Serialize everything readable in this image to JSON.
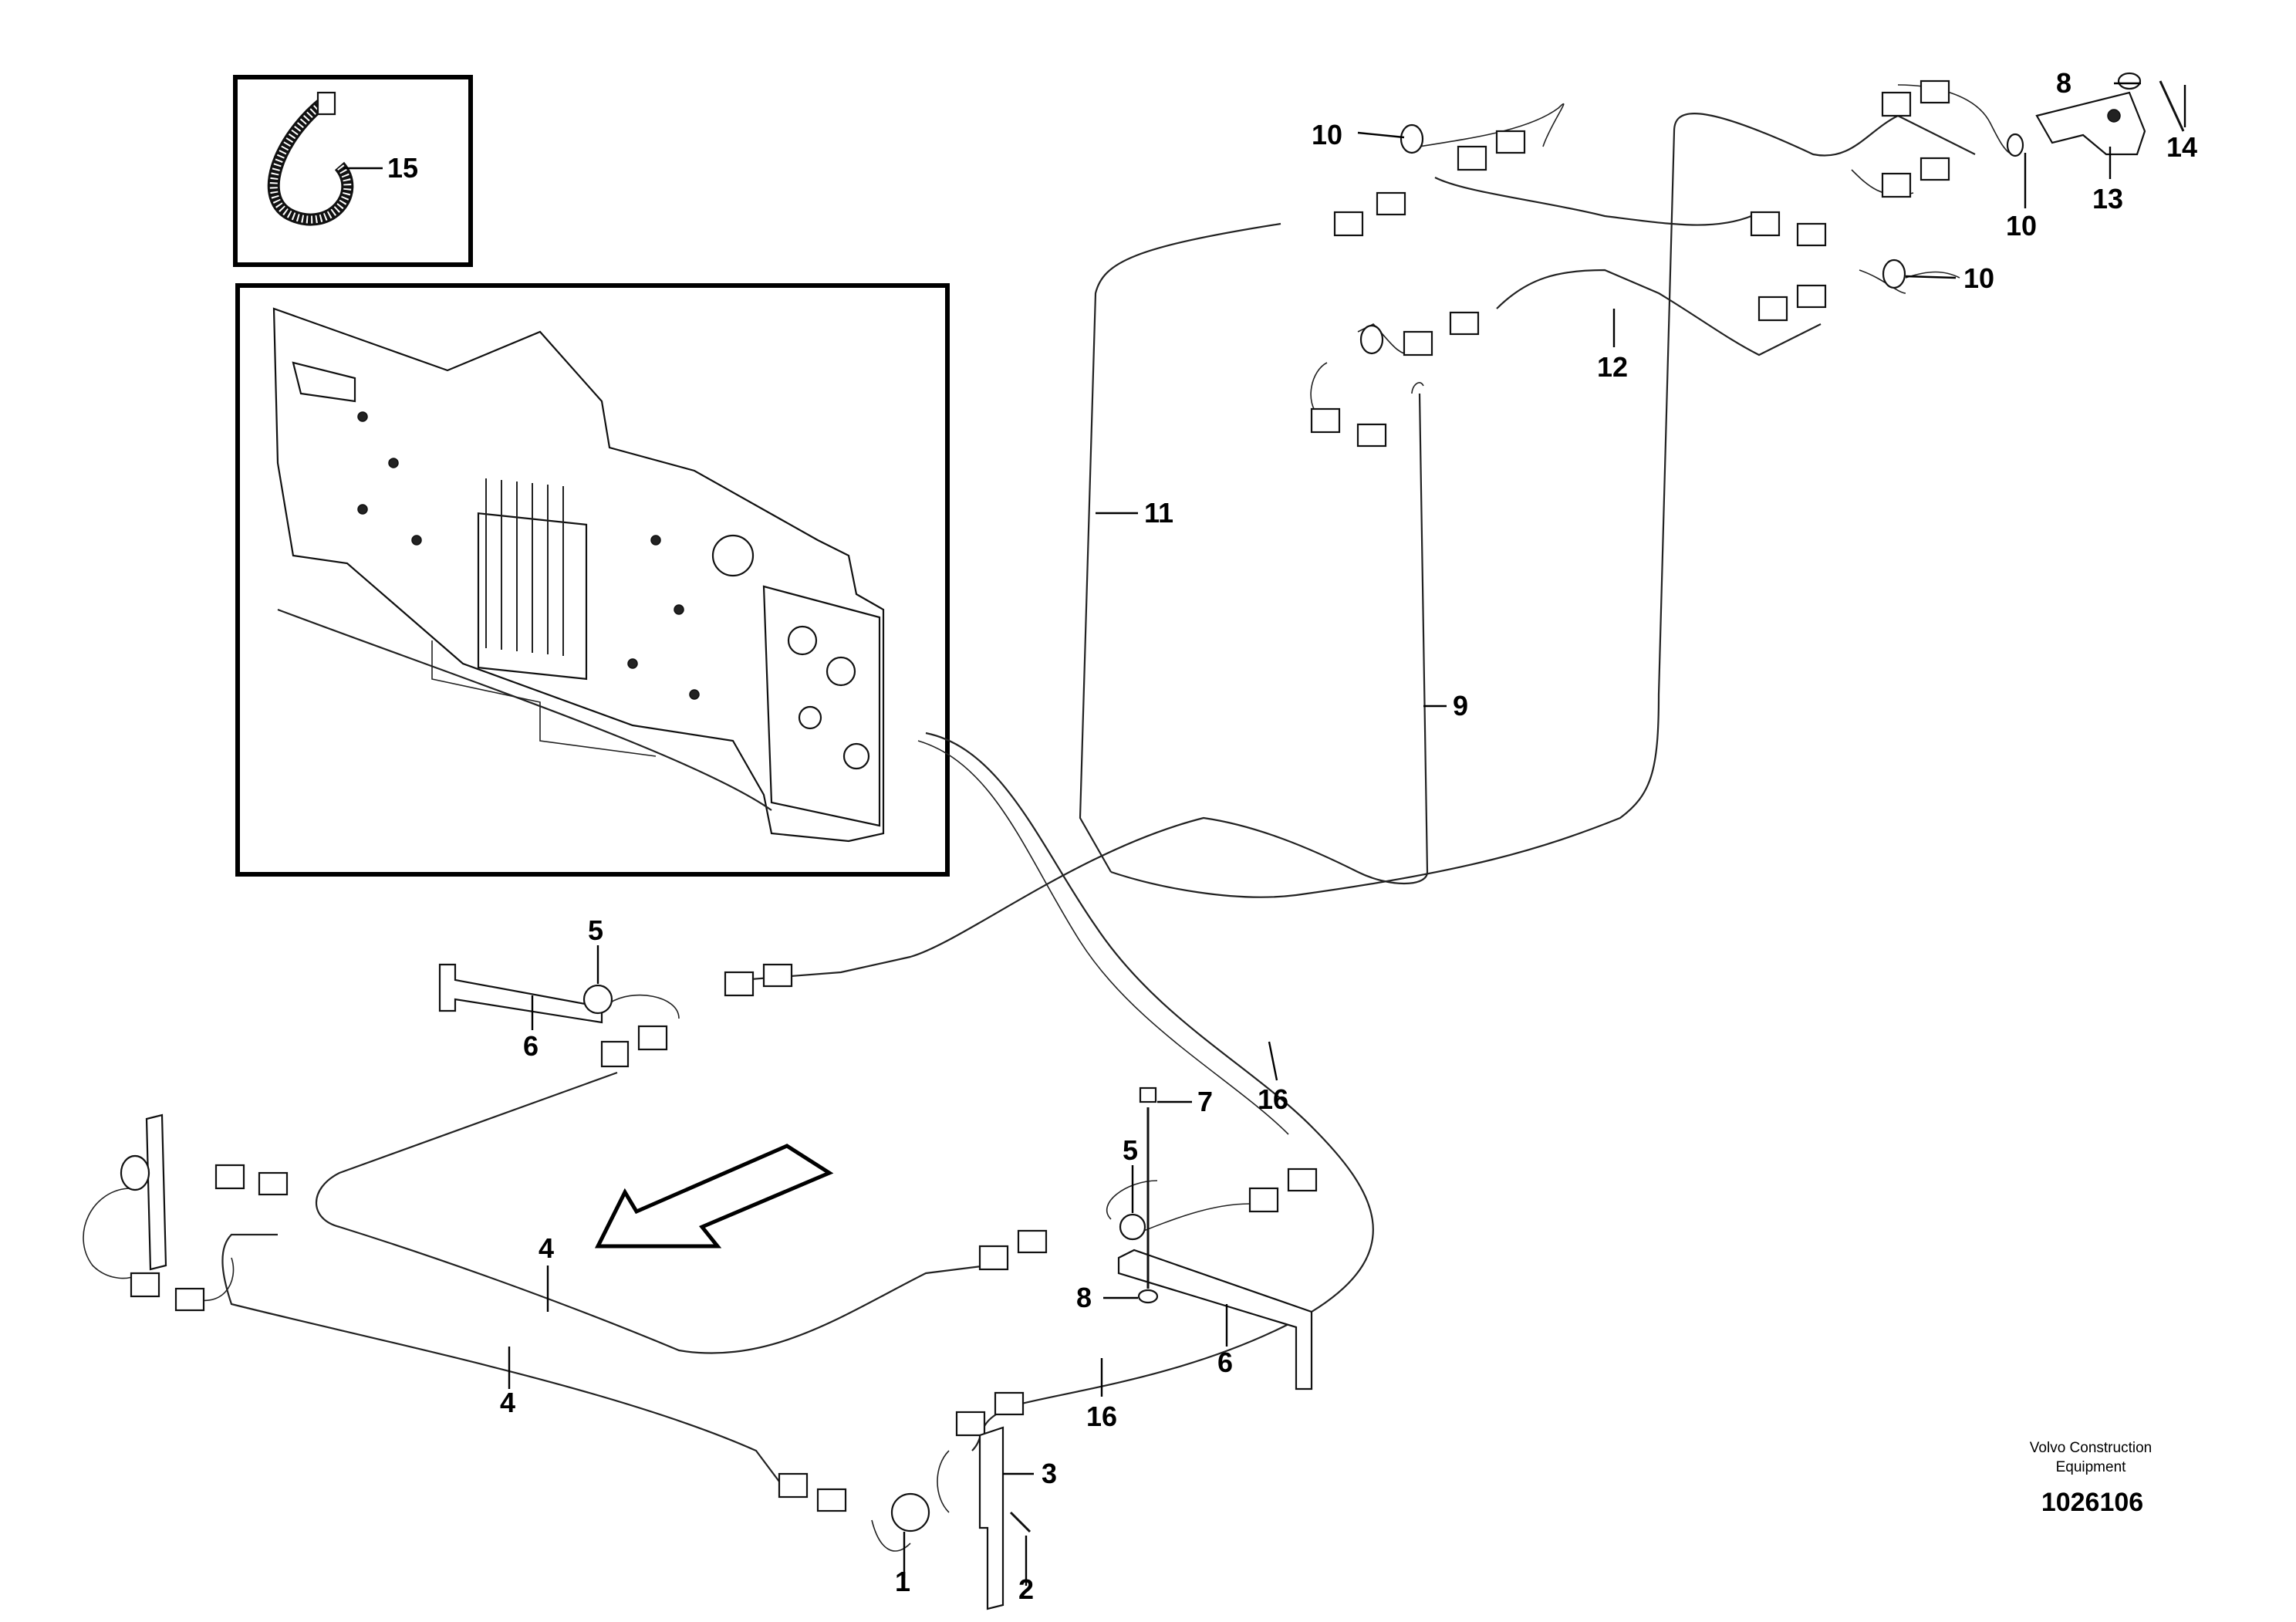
{
  "diagram": {
    "callouts": {
      "c1": "1",
      "c2": "2",
      "c3": "3",
      "c4a": "4",
      "c4b": "4",
      "c5a": "5",
      "c5b": "5",
      "c6a": "6",
      "c6b": "6",
      "c7": "7",
      "c8a": "8",
      "c8b": "8",
      "c9": "9",
      "c10a": "10",
      "c10b": "10",
      "c10c": "10",
      "c11": "11",
      "c12": "12",
      "c13": "13",
      "c14": "14",
      "c15": "15",
      "c16a": "16",
      "c16b": "16"
    },
    "credit_line1": "Volvo Construction",
    "credit_line2": "Equipment",
    "document_number": "1026106"
  }
}
